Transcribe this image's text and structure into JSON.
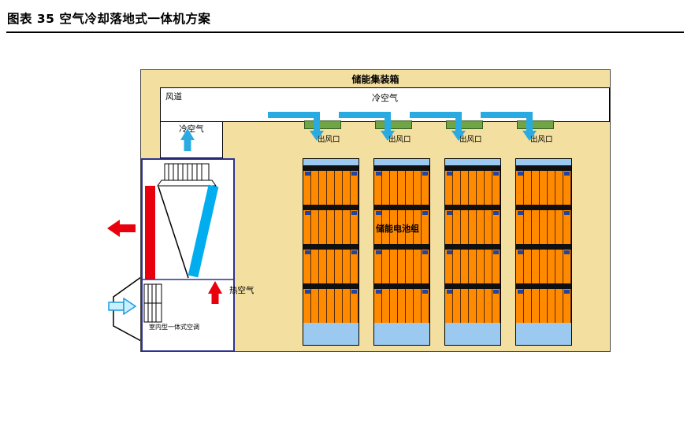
{
  "title": "图表 35 空气冷却落地式一体机方案",
  "container": {
    "label": "储能集装箱",
    "duct": {
      "label": "风道",
      "cold_air": "冷空气"
    },
    "riser_cold_air": "冷空气",
    "hot_air": "热空气",
    "battery_group": "储能电池组",
    "ac_unit": "室内型一体式空调",
    "outlets": [
      "出风口",
      "出风口",
      "出风口",
      "出风口"
    ]
  },
  "colors": {
    "container_bg": "#F3DF9F",
    "flow_cyan": "#29ABE2",
    "outlet_green": "#6FA544",
    "rack_blue": "#9CC9EF",
    "module_orange": "#FF8A00",
    "hot_red": "#E8000D",
    "terminal_navy": "#2343A0",
    "ac_border_blue": "#2E3192"
  }
}
